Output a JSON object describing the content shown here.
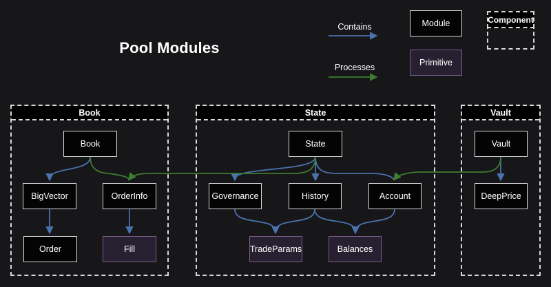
{
  "title": "Pool Modules",
  "legend": {
    "contains_label": "Contains",
    "processes_label": "Processes",
    "module_label": "Module",
    "primitive_label": "Primitive",
    "component_label": "Component"
  },
  "colors": {
    "background": "#171619",
    "module_fill": "#040404",
    "module_border": "#dcdcdc",
    "primitive_fill": "#262030",
    "primitive_border": "#7a5f8a",
    "container_dash": "#d9d9d9",
    "contains_arrow_blue": "#4a72ad",
    "processes_arrow_green": "#3e7c31",
    "text": "#ffffff"
  },
  "containers": {
    "book": {
      "label": "Book"
    },
    "state": {
      "label": "State"
    },
    "vault": {
      "label": "Vault"
    }
  },
  "nodes": {
    "book": "Book",
    "bigvector": "BigVector",
    "orderinfo": "OrderInfo",
    "order": "Order",
    "fill": "Fill",
    "state": "State",
    "governance": "Governance",
    "history": "History",
    "account": "Account",
    "tradeparams": "TradeParams",
    "balances": "Balances",
    "vault": "Vault",
    "deepprice": "DeepPrice"
  },
  "node_types": {
    "primitives": [
      "Fill",
      "TradeParams",
      "Balances"
    ],
    "modules": [
      "Book",
      "BigVector",
      "OrderInfo",
      "Order",
      "State",
      "Governance",
      "History",
      "Account",
      "Vault",
      "DeepPrice"
    ]
  },
  "edges": [
    {
      "from": "Book",
      "to": "BigVector",
      "type": "contains"
    },
    {
      "from": "BigVector",
      "to": "Order",
      "type": "contains"
    },
    {
      "from": "OrderInfo",
      "to": "Fill",
      "type": "contains"
    },
    {
      "from": "State",
      "to": "Governance",
      "type": "contains"
    },
    {
      "from": "State",
      "to": "History",
      "type": "contains"
    },
    {
      "from": "State",
      "to": "Account",
      "type": "contains"
    },
    {
      "from": "Governance",
      "to": "TradeParams",
      "type": "contains"
    },
    {
      "from": "History",
      "to": "TradeParams",
      "type": "contains"
    },
    {
      "from": "History",
      "to": "Balances",
      "type": "contains"
    },
    {
      "from": "Account",
      "to": "Balances",
      "type": "contains"
    },
    {
      "from": "Vault",
      "to": "DeepPrice",
      "type": "contains"
    },
    {
      "from": "Book",
      "to": "OrderInfo",
      "type": "processes"
    },
    {
      "from": "State",
      "to": "OrderInfo",
      "type": "processes"
    },
    {
      "from": "Vault",
      "to": "Account",
      "type": "processes"
    }
  ]
}
